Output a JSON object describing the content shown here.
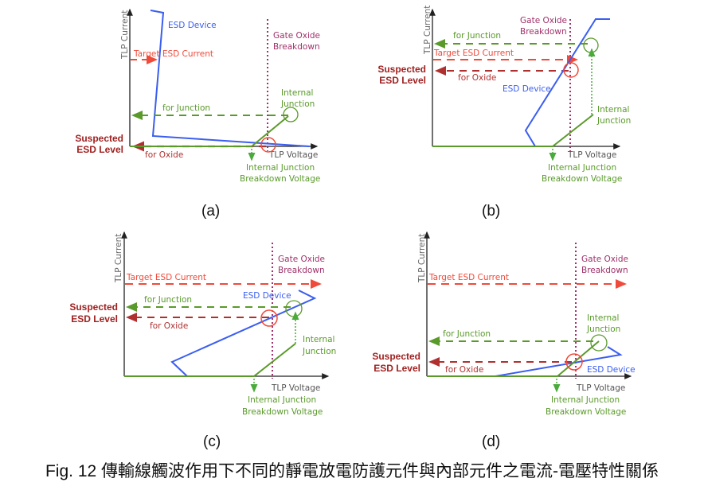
{
  "figure": {
    "caption": "Fig. 12 傳輸線觸波作用下不同的靜電放電防護元件與內部元件之電流-電壓特性關係",
    "colors": {
      "esd_device": "#3a5ef0",
      "internal_junction": "#5a9a2a",
      "target_current": "#f04a3a",
      "oxide": "#b03030",
      "gate_oxide": "#a0306a",
      "junction_dotted": "#4aaa3a",
      "axis": "#222222",
      "suspected": "#a02020"
    }
  },
  "panels": [
    {
      "id": "a",
      "label": "(a)",
      "axis_y": "TLP Current",
      "axis_x": "TLP Voltage",
      "esd_device": "ESD Device",
      "gate_oxide": [
        "Gate Oxide",
        "Breakdown"
      ],
      "target_current": "Target ESD Current",
      "for_junction": "for Junction",
      "for_oxide": "for Oxide",
      "internal_junction": [
        "Internal",
        "Junction"
      ],
      "breakdown_voltage": [
        "Internal Junction",
        "Breakdown Voltage"
      ],
      "suspected": [
        "Suspected",
        "ESD Level"
      ]
    },
    {
      "id": "b",
      "label": "(b)",
      "axis_y": "TLP Current",
      "axis_x": "TLP Voltage",
      "esd_device": "ESD Device",
      "gate_oxide": [
        "Gate Oxide",
        "Breakdown"
      ],
      "target_current": "Target ESD Current",
      "for_junction": "for Junction",
      "for_oxide": "for Oxide",
      "internal_junction": [
        "Internal",
        "Junction"
      ],
      "breakdown_voltage": [
        "Internal Junction",
        "Breakdown Voltage"
      ],
      "suspected": [
        "Suspected",
        "ESD Level"
      ]
    },
    {
      "id": "c",
      "label": "(c)",
      "axis_y": "TLP Current",
      "axis_x": "TLP Voltage",
      "esd_device": "ESD Device",
      "gate_oxide": [
        "Gate Oxide",
        "Breakdown"
      ],
      "target_current": "Target ESD Current",
      "for_junction": "for Junction",
      "for_oxide": "for Oxide",
      "internal_junction": [
        "Internal",
        "Junction"
      ],
      "breakdown_voltage": [
        "Internal Junction",
        "Breakdown Voltage"
      ],
      "suspected": [
        "Suspected",
        "ESD Level"
      ]
    },
    {
      "id": "d",
      "label": "(d)",
      "axis_y": "TLP Current",
      "axis_x": "TLP Voltage",
      "esd_device": "ESD Device",
      "gate_oxide": [
        "Gate Oxide",
        "Breakdown"
      ],
      "target_current": "Target ESD Current",
      "for_junction": "for Junction",
      "for_oxide": "for Oxide",
      "internal_junction": [
        "Internal",
        "Junction"
      ],
      "breakdown_voltage": [
        "Internal Junction",
        "Breakdown Voltage"
      ],
      "suspected": [
        "Suspected",
        "ESD Level"
      ]
    }
  ]
}
